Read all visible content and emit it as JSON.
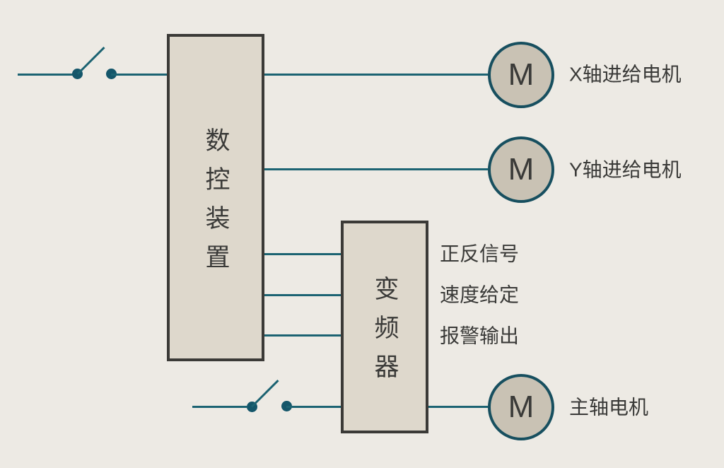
{
  "palette": {
    "background": "#edeae4",
    "wire_teal": "#1c6372",
    "switch_dot": "#14566a",
    "block_fill": "#ded8cc",
    "block_border": "#3b3a37",
    "motor_fill": "#c9c2b4",
    "motor_border": "#174f5f",
    "text": "#3a3a38"
  },
  "blocks": {
    "cnc_unit": {
      "label": "数控装置"
    },
    "inverter": {
      "label": "变频器"
    }
  },
  "signals": {
    "items": [
      "正反信号",
      "速度给定",
      "报警输出"
    ]
  },
  "motors": [
    {
      "symbol": "M",
      "label": "X轴进给电机"
    },
    {
      "symbol": "M",
      "label": "Y轴进给电机"
    },
    {
      "symbol": "M",
      "label": "主轴电机"
    }
  ]
}
